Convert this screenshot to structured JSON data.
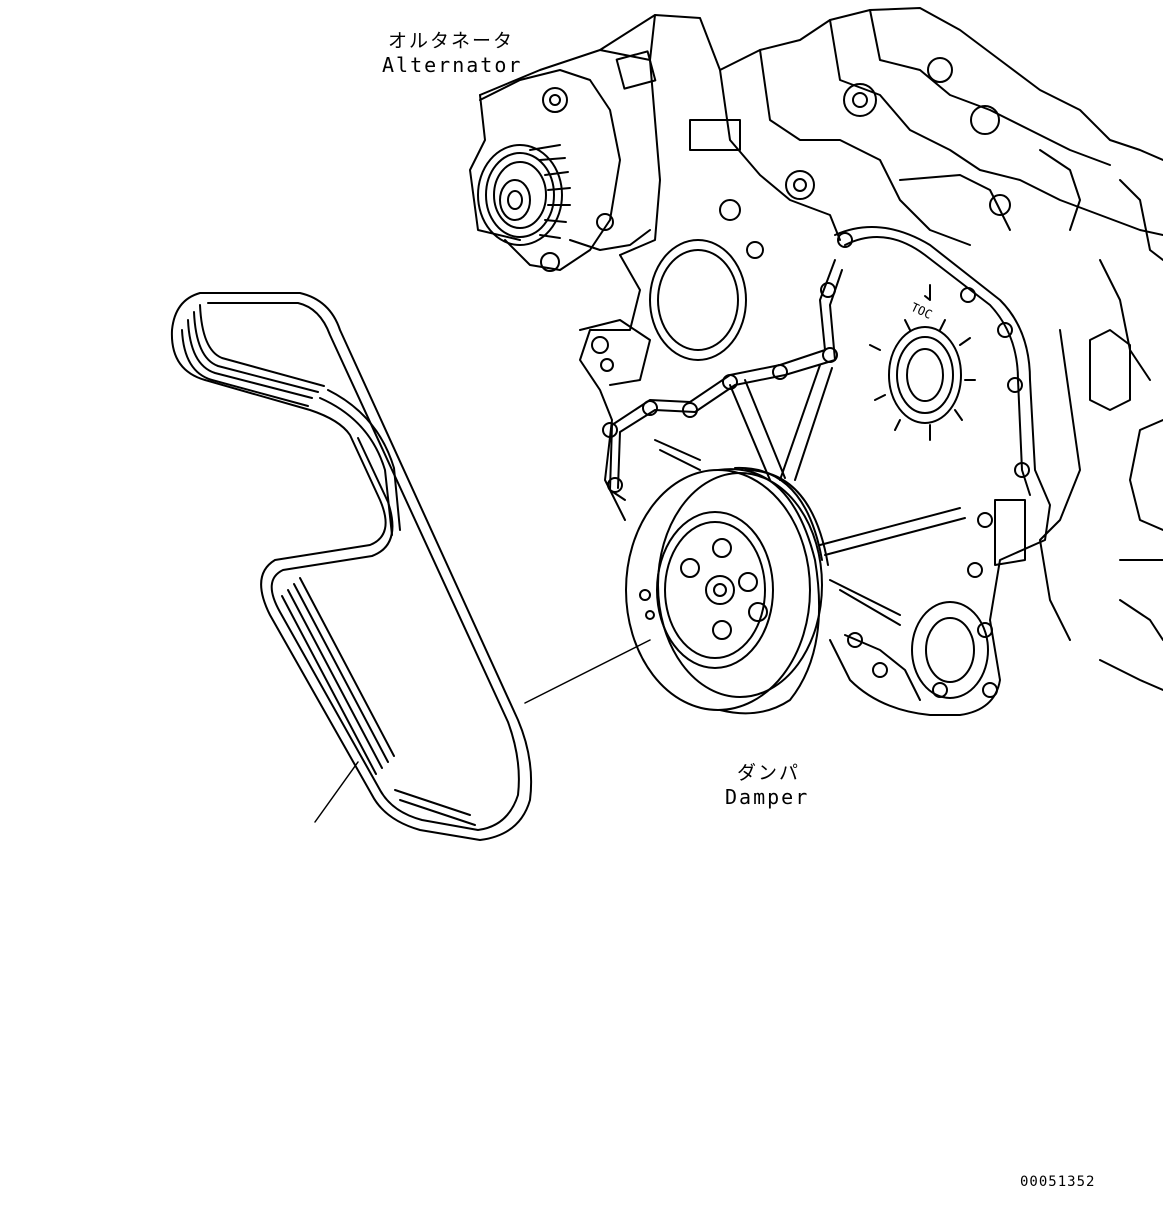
{
  "labels": {
    "alternator_jp": "オルタネータ",
    "alternator_en": "Alternator",
    "damper_jp": "ダンパ",
    "damper_en": "Damper",
    "toc_mark": "TOC"
  },
  "drawing_number": "00051352",
  "colors": {
    "line": "#000000",
    "background": "#ffffff"
  }
}
